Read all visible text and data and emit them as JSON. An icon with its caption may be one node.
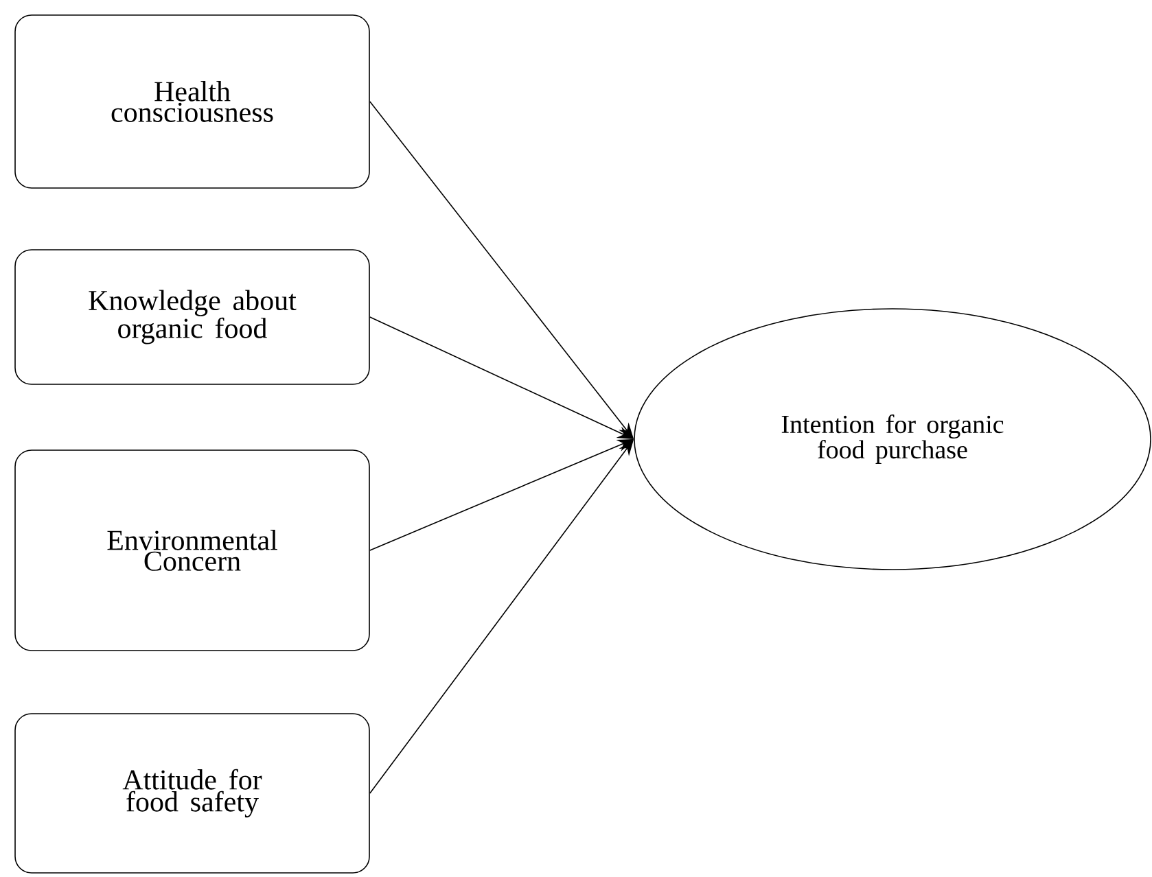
{
  "diagram": {
    "nodes": [
      {
        "text": [
          "Health consciousness"
        ]
      },
      {
        "text": [
          "Knowledge about organic food"
        ]
      },
      {
        "text": [
          "Environmental Concern"
        ]
      },
      {
        "text": [
          "Attitude for food safety"
        ]
      },
      {
        "text": [
          "Intention for organic food purchase"
        ]
      }
    ],
    "edges": [
      {
        "from": 0,
        "to": 4,
        "arrow": "to"
      },
      {
        "from": 1,
        "to": 4,
        "arrow": "to"
      },
      {
        "from": 2,
        "to": 4,
        "arrow": "to"
      },
      {
        "from": 3,
        "to": 4,
        "arrow": "to"
      }
    ]
  }
}
